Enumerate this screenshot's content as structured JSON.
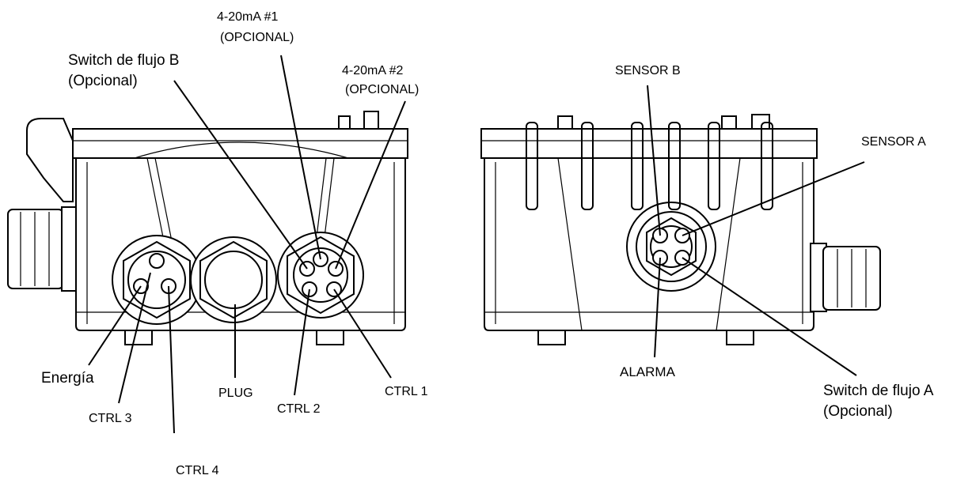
{
  "labels": {
    "ma1_line1": "4-20mA #1",
    "ma1_line2": "(OPCIONAL)",
    "ma2_line1": "4-20mA #2",
    "ma2_line2": "(OPCIONAL)",
    "switch_b_line1": "Switch de flujo B",
    "switch_b_line2": "(Opcional)",
    "energia": "Energía",
    "ctrl3": "CTRL 3",
    "ctrl4": "CTRL 4",
    "plug": "PLUG",
    "ctrl2": "CTRL 2",
    "ctrl1": "CTRL 1",
    "sensor_b": "SENSOR B",
    "sensor_a": "SENSOR A",
    "alarma": "ALARMA",
    "switch_a_line1": "Switch de flujo A",
    "switch_a_line2": "(Opcional)"
  }
}
